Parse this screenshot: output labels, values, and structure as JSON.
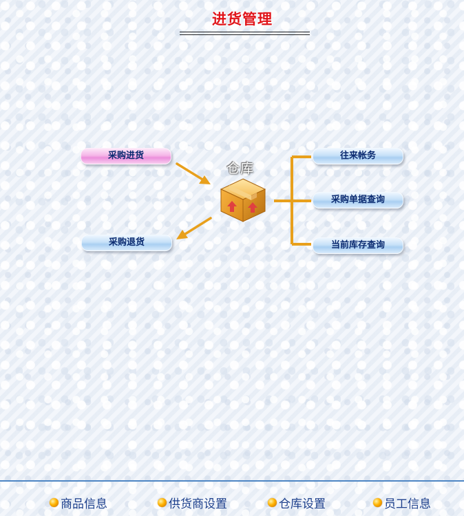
{
  "header": {
    "title": "进货管理"
  },
  "diagram": {
    "center_label": "仓库",
    "left_items": [
      {
        "label": "采购进货"
      },
      {
        "label": "采购退货"
      }
    ],
    "right_items": [
      {
        "label": "往来帐务"
      },
      {
        "label": "采购单据查询"
      },
      {
        "label": "当前库存查询"
      }
    ]
  },
  "footer": {
    "links": [
      {
        "label": "商品信息"
      },
      {
        "label": "供货商设置"
      },
      {
        "label": "仓库设置"
      },
      {
        "label": "员工信息"
      }
    ]
  },
  "colors": {
    "title": "#e0141a",
    "arrow": "#e8a01c",
    "pill_text": "#0a2a70",
    "footer_text": "#1c3f8c",
    "footer_line": "#4e86c4"
  },
  "icons": {
    "warehouse": "cardboard-box-icon",
    "bullet": "orange-ball-bullet-icon"
  }
}
